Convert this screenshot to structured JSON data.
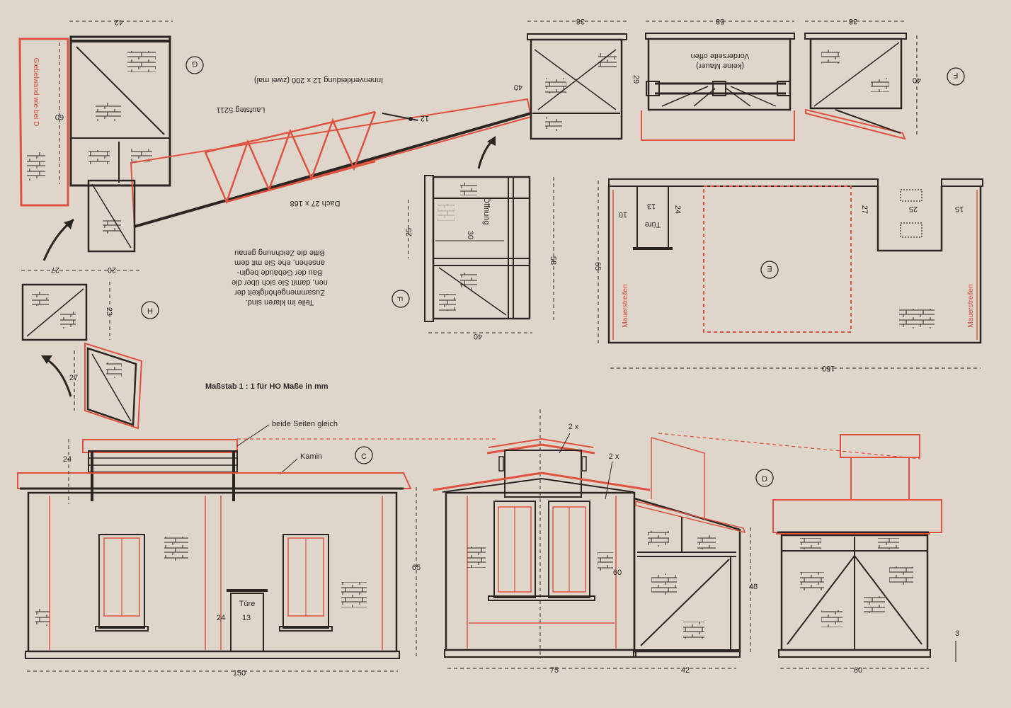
{
  "colors": {
    "paper": "#ded6cb",
    "ink": "#2b2622",
    "red": "#e0523f"
  },
  "scale_note": "Maßstab 1 : 1 für HO  Maße in mm",
  "instructions": [
    "Bitte die Zeichnung genau",
    "ansehen, ehe Sie mit dem",
    "Bau der Gebäude begin-",
    "nen, damit Sie sich über die",
    "Zusammengehörigkeit der",
    "Teile im klaren sind."
  ],
  "parts": {
    "c": "C",
    "d": "D",
    "e": "E",
    "f1": "F",
    "f2": "F",
    "g": "G",
    "h": "H"
  },
  "labels": {
    "giebelwand": "Giebelwand wie bei D",
    "innenverkleidung": "Innenverkleidung 12 x 200 (zwei mal)",
    "laufsteg": "Laufsteg 5211",
    "dach": "Dach 27 x 168",
    "vorderseite1": "Vorderseite offen",
    "vorderseite2": "(keine Mauer)",
    "oeffnung": "Öffnung",
    "tuere": "Türe",
    "mauerstreifen": "Mauerstreifen",
    "beide_seiten": "beide Seiten gleich",
    "kamin": "Kamin",
    "twox": "2 x"
  },
  "dims": {
    "g_w": "42",
    "g_h": "60",
    "ramp_w": "12",
    "ramp_h": "40",
    "f_top_l": "38",
    "f_top_m": "58",
    "f_top_r": "38",
    "f_h_m": "29",
    "f_h_r": "40",
    "h_w1": "27",
    "h_w2": "20",
    "h_h1": "23",
    "h_h2": "27",
    "f1_w": "40",
    "f1_h": "58",
    "f1_op_w": "30",
    "f1_op_h": "25",
    "e_d1": "10",
    "e_d2": "13",
    "e_d3": "24",
    "e_d4": "27",
    "e_d5": "25",
    "e_d6": "15",
    "e_h": "65",
    "e_w": "150",
    "c_top": "24",
    "c_h": "65",
    "c_door_h": "24",
    "c_door_w": "13",
    "c_w": "150",
    "d_h1": "60",
    "d_h2": "48",
    "d_w1": "75",
    "d_w2": "42",
    "d_w3": "60",
    "d_3": "3"
  }
}
